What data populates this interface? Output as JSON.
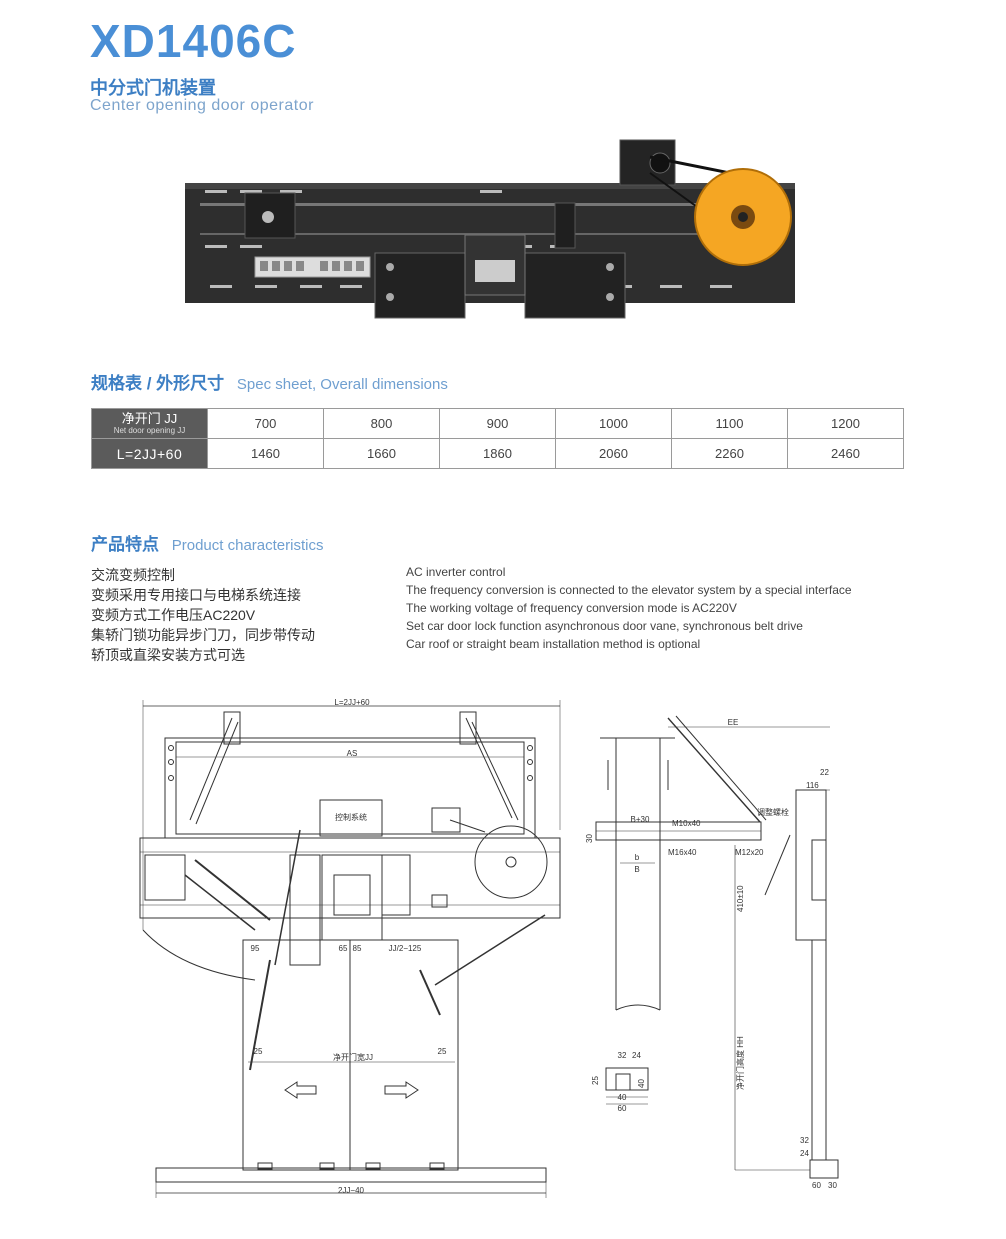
{
  "header": {
    "model": "XD1406C",
    "subtitle_cn": "中分式门机装置",
    "subtitle_en": "Center opening door operator"
  },
  "spec_section": {
    "title_cn": "规格表 / 外形尺寸",
    "title_en": "Spec sheet, Overall dimensions",
    "row1_label_cn": "净开门 JJ",
    "row1_label_en": "Net door opening JJ",
    "row2_label": "L=2JJ+60",
    "jj_values": [
      "700",
      "800",
      "900",
      "1000",
      "1100",
      "1200"
    ],
    "l_values": [
      "1460",
      "1660",
      "1860",
      "2060",
      "2260",
      "2460"
    ]
  },
  "features": {
    "title_cn": "产品特点",
    "title_en": "Product characteristics",
    "items_cn": [
      "交流变频控制",
      "变频采用专用接口与电梯系统连接",
      "变频方式工作电压AC220V",
      "集轿门锁功能异步门刀，同步带传动",
      "轿顶或直梁安装方式可选"
    ],
    "items_en": [
      "AC inverter control",
      "The frequency conversion is connected to the elevator system by a special interface",
      "The working voltage of frequency conversion mode is AC220V",
      "Set car door lock function asynchronous door vane, synchronous belt drive",
      "Car roof or straight beam installation method is optional"
    ]
  },
  "drawing": {
    "front": {
      "dim_top": "L=2JJ+60",
      "dim_as": "AS",
      "control_box": "控制系统",
      "dim_95": "95",
      "dim_65": "65",
      "dim_85": "85",
      "dim_jj2": "JJ/2−125",
      "dim_25_left": "25",
      "dim_25_right": "25",
      "clear_width": "净开门宽JJ",
      "dim_bottom": "2JJ−40"
    },
    "side": {
      "dim_ee": "EE",
      "dim_22": "22",
      "dim_116": "116",
      "adjust_bolt": "调整螺栓",
      "dim_b30": "B+30",
      "dim_m10": "M10x40",
      "dim_30": "30",
      "dim_m16": "M16x40",
      "dim_m12": "M12x20",
      "dim_b_small": "b",
      "dim_b": "B",
      "dim_410": "410±10",
      "dim_hh": "净开门高度 HH",
      "dim_32": "32",
      "dim_24": "24",
      "dim_60": "60",
      "dim_30b": "30",
      "sec_32": "32",
      "sec_24": "24",
      "sec_25": "25",
      "sec_40a": "40",
      "sec_40b": "40",
      "sec_60": "60"
    }
  },
  "colors": {
    "title_blue": "#4a8fd6",
    "section_blue": "#3d7fc4",
    "pulley_orange": "#f5a623",
    "machine_dark": "#2e2e2e"
  }
}
